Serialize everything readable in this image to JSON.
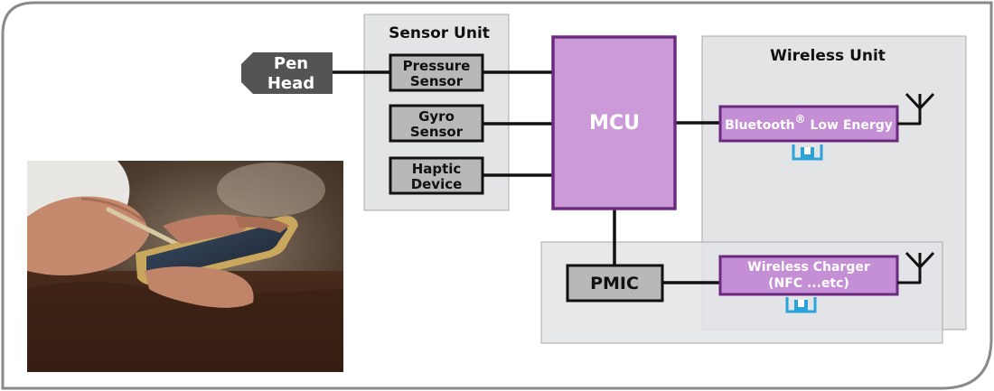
{
  "sensor_unit": {
    "title": "Sensor Unit",
    "pressure_sensor": [
      "Pressure",
      "Sensor"
    ],
    "gyro_sensor": [
      "Gyro",
      "Sensor"
    ],
    "haptic_device": [
      "Haptic",
      "Device"
    ]
  },
  "pen_head": [
    "Pen",
    "Head"
  ],
  "mcu": "MCU",
  "pmic": "PMIC",
  "wireless_unit": {
    "title": "Wireless Unit",
    "ble": {
      "text": "Bluetooth",
      "superscript": "®",
      "suffix": " Low Energy"
    },
    "charger": [
      "Wireless Charger",
      "(NFC ...etc)"
    ]
  },
  "colors": {
    "mcu_fill": "#cc99d9",
    "mcu_border": "#6b2a80",
    "wireless_module_fill": "#c58fd6",
    "block_fill": "#b8b8b8",
    "unit_panel": "#e2e4e6",
    "pen_head_fill": "#545454",
    "connector_blue": "#29a3d9",
    "frame": "#8a8a8a"
  },
  "icons": [
    "antenna-icon",
    "connector-icon",
    "photo-pen-on-smartphone"
  ]
}
